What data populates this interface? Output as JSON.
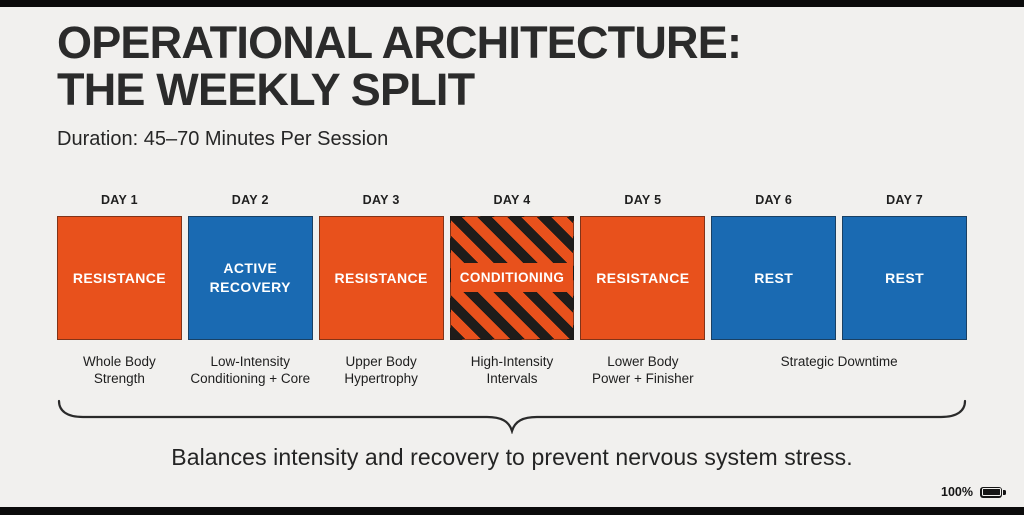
{
  "header": {
    "title_line1": "OPERATIONAL ARCHITECTURE:",
    "title_line2": "THE WEEKLY SPLIT",
    "subtitle": "Duration: 45–70 Minutes Per Session"
  },
  "schedule": {
    "days": [
      {
        "day": "DAY 1",
        "block": "RESISTANCE",
        "style": "orange",
        "desc_line1": "Whole Body",
        "desc_line2": "Strength"
      },
      {
        "day": "DAY 2",
        "block": "ACTIVE RECOVERY",
        "style": "blue",
        "desc_line1": "Low-Intensity",
        "desc_line2": "Conditioning + Core"
      },
      {
        "day": "DAY 3",
        "block": "RESISTANCE",
        "style": "orange",
        "desc_line1": "Upper Body",
        "desc_line2": "Hypertrophy"
      },
      {
        "day": "DAY 4",
        "block": "CONDITIONING",
        "style": "striped",
        "desc_line1": "High-Intensity",
        "desc_line2": "Intervals"
      },
      {
        "day": "DAY 5",
        "block": "RESISTANCE",
        "style": "orange",
        "desc_line1": "Lower Body",
        "desc_line2": "Power + Finisher"
      },
      {
        "day": "DAY 6",
        "block": "REST",
        "style": "blue"
      },
      {
        "day": "DAY 7",
        "block": "REST",
        "style": "blue"
      }
    ],
    "rest_desc": "Strategic Downtime"
  },
  "callout": {
    "note": "Balances intensity and recovery to prevent nervous system stress."
  },
  "status": {
    "battery_percent": "100%"
  },
  "colors": {
    "orange": "#E8511C",
    "blue": "#1A6AB2",
    "background": "#F1F0EE",
    "text": "#262626",
    "stripe_black": "#1E1C1A"
  }
}
